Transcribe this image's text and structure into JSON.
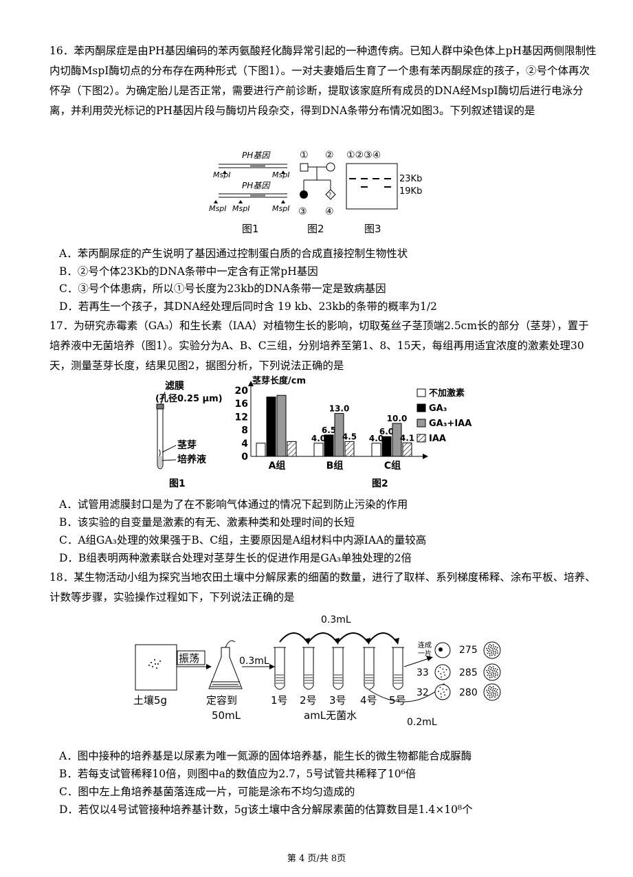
{
  "q16": {
    "stem": "16．苯丙酮尿症是由PH基因编码的苯丙氨酸羟化酶异常引起的一种遗传病。已知人群中染色体上pH基因两侧限制性内切酶MspI酶切点的分布存在两种形式（下图1）。一对夫妻婚后生育了一个患有苯丙酮尿症的孩子，②号个体再次怀孕（下图2）。为确定胎儿是否正常，需要进行产前诊断，提取该家庭所有成员的DNA经MspI酶切后进行电泳分离，并利用荧光标记的PH基因片段与酶切片段杂交，得到DNA条带分布情况如图3。下列叙述错误的是",
    "fig1": {
      "gene_label": "PH基因",
      "site": "MspI",
      "caption": "图1"
    },
    "fig2": {
      "n1": "①",
      "n2": "②",
      "n3": "③",
      "n4": "④",
      "unknown": "?",
      "caption": "图2"
    },
    "fig3": {
      "lanes": "①②③④",
      "band_high": "23Kb",
      "band_low": "19Kb",
      "caption": "图3"
    },
    "options": [
      "A．苯丙酮尿症的产生说明了基因通过控制蛋白质的合成直接控制生物性状",
      "B．②号个体23Kb的DNA条带中一定含有正常pH基因",
      "C．③号个体患病，所以①号长度为23kb的DNA条带一定是致病基因",
      "D．若再生一个孩子，其DNA经处理后同时含 19 kb、23kb的条带的概率为1/2"
    ]
  },
  "q17": {
    "stem": "17．为研究赤霉素（GA₃）和生长素（IAA）对植物生长的影响，切取菟丝子茎顶端2.5cm长的部分（茎芽），置于培养液中无菌培养（图1）。实验分为A、B、C三组，分别培养至第1、8、15天，每组再用适宜浓度的激素处理30天，测量茎芽长度，结果见图2，据图分析，下列说法正确的是",
    "fig1": {
      "membrane": "滤膜",
      "pore": "(孔径0.25 μm)",
      "bud": "茎芽",
      "medium": "培养液",
      "caption": "图1"
    },
    "fig2_caption": "图2",
    "options": [
      "A．试管用滤膜封口是为了在不影响气体通过的情况下起到防止污染的作用",
      "B．该实验的自变量是激素的有无、激素种类和处理时间的长短",
      "C．A组GA₃处理的效果强于B、C组，主要原因是A组材料中内源IAA的量较高",
      "D．B组表明两种激素联合处理对茎芽生长的促进作用是GA₃单独处理的2倍"
    ]
  },
  "chart_data": {
    "type": "bar",
    "ylabel": "茎芽长度/cm",
    "ylim": [
      0,
      20
    ],
    "yticks": [
      "0",
      "4",
      "8",
      "12",
      "16",
      "20"
    ],
    "categories": [
      "A组",
      "B组",
      "C组"
    ],
    "series": [
      {
        "name": "不加激素",
        "values": [
          4.0,
          4.0,
          4.0
        ],
        "labels": [
          "",
          "4.0",
          "4.0"
        ],
        "fill": "#ffffff"
      },
      {
        "name": "GA₃",
        "values": [
          18.0,
          6.5,
          6.0
        ],
        "labels": [
          "",
          "6.5",
          "6.0"
        ],
        "fill": "#000000"
      },
      {
        "name": "GA₃+IAA",
        "values": [
          18.5,
          13.0,
          10.0
        ],
        "labels": [
          "",
          "13.0",
          "10.0"
        ],
        "fill": "#999999"
      },
      {
        "name": "IAA",
        "values": [
          4.5,
          4.5,
          4.1
        ],
        "labels": [
          "",
          "4.5",
          "4.1"
        ],
        "fill": "hatch"
      }
    ],
    "legend_position": "right"
  },
  "q18": {
    "stem": "18．某生物活动小组为探究当地农田土壤中分解尿素的细菌的数量，进行了取样、系列梯度稀释、涂布平板、培养、计数等步骤，实验操作过程如下，下列说法正确的是",
    "fig": {
      "soil": "土壤5g",
      "shake": "振荡",
      "volume_top": "0.3mL",
      "volume_first": "0.3mL",
      "to_volume_1": "定容到",
      "to_volume_2": "50mL",
      "tubes": [
        "1号",
        "2号",
        "3号",
        "4号",
        "5号"
      ],
      "water": "amL无菌水",
      "transfer": "0.2mL",
      "merged_1": "连成",
      "merged_2": "一片",
      "counts_left": [
        "33",
        "32"
      ],
      "counts_right": [
        "275",
        "285",
        "280"
      ]
    },
    "options": [
      "A．图中接种的培养基是以尿素为唯一氮源的固体培养基，能生长的微生物都能合成脲酶",
      "B．若每支试管稀释10倍，则图中a的数值应为2.7，5号试管共稀释了10⁶倍",
      "C．图中左上角培养基菌落连成一片，可能是涂布不均匀造成的",
      "D．若仅以4号试管接种培养基计数，5g该土壤中含分解尿素菌的估算数目是1.4×10⁸个"
    ]
  },
  "footer": "第 4 页/共 8页"
}
